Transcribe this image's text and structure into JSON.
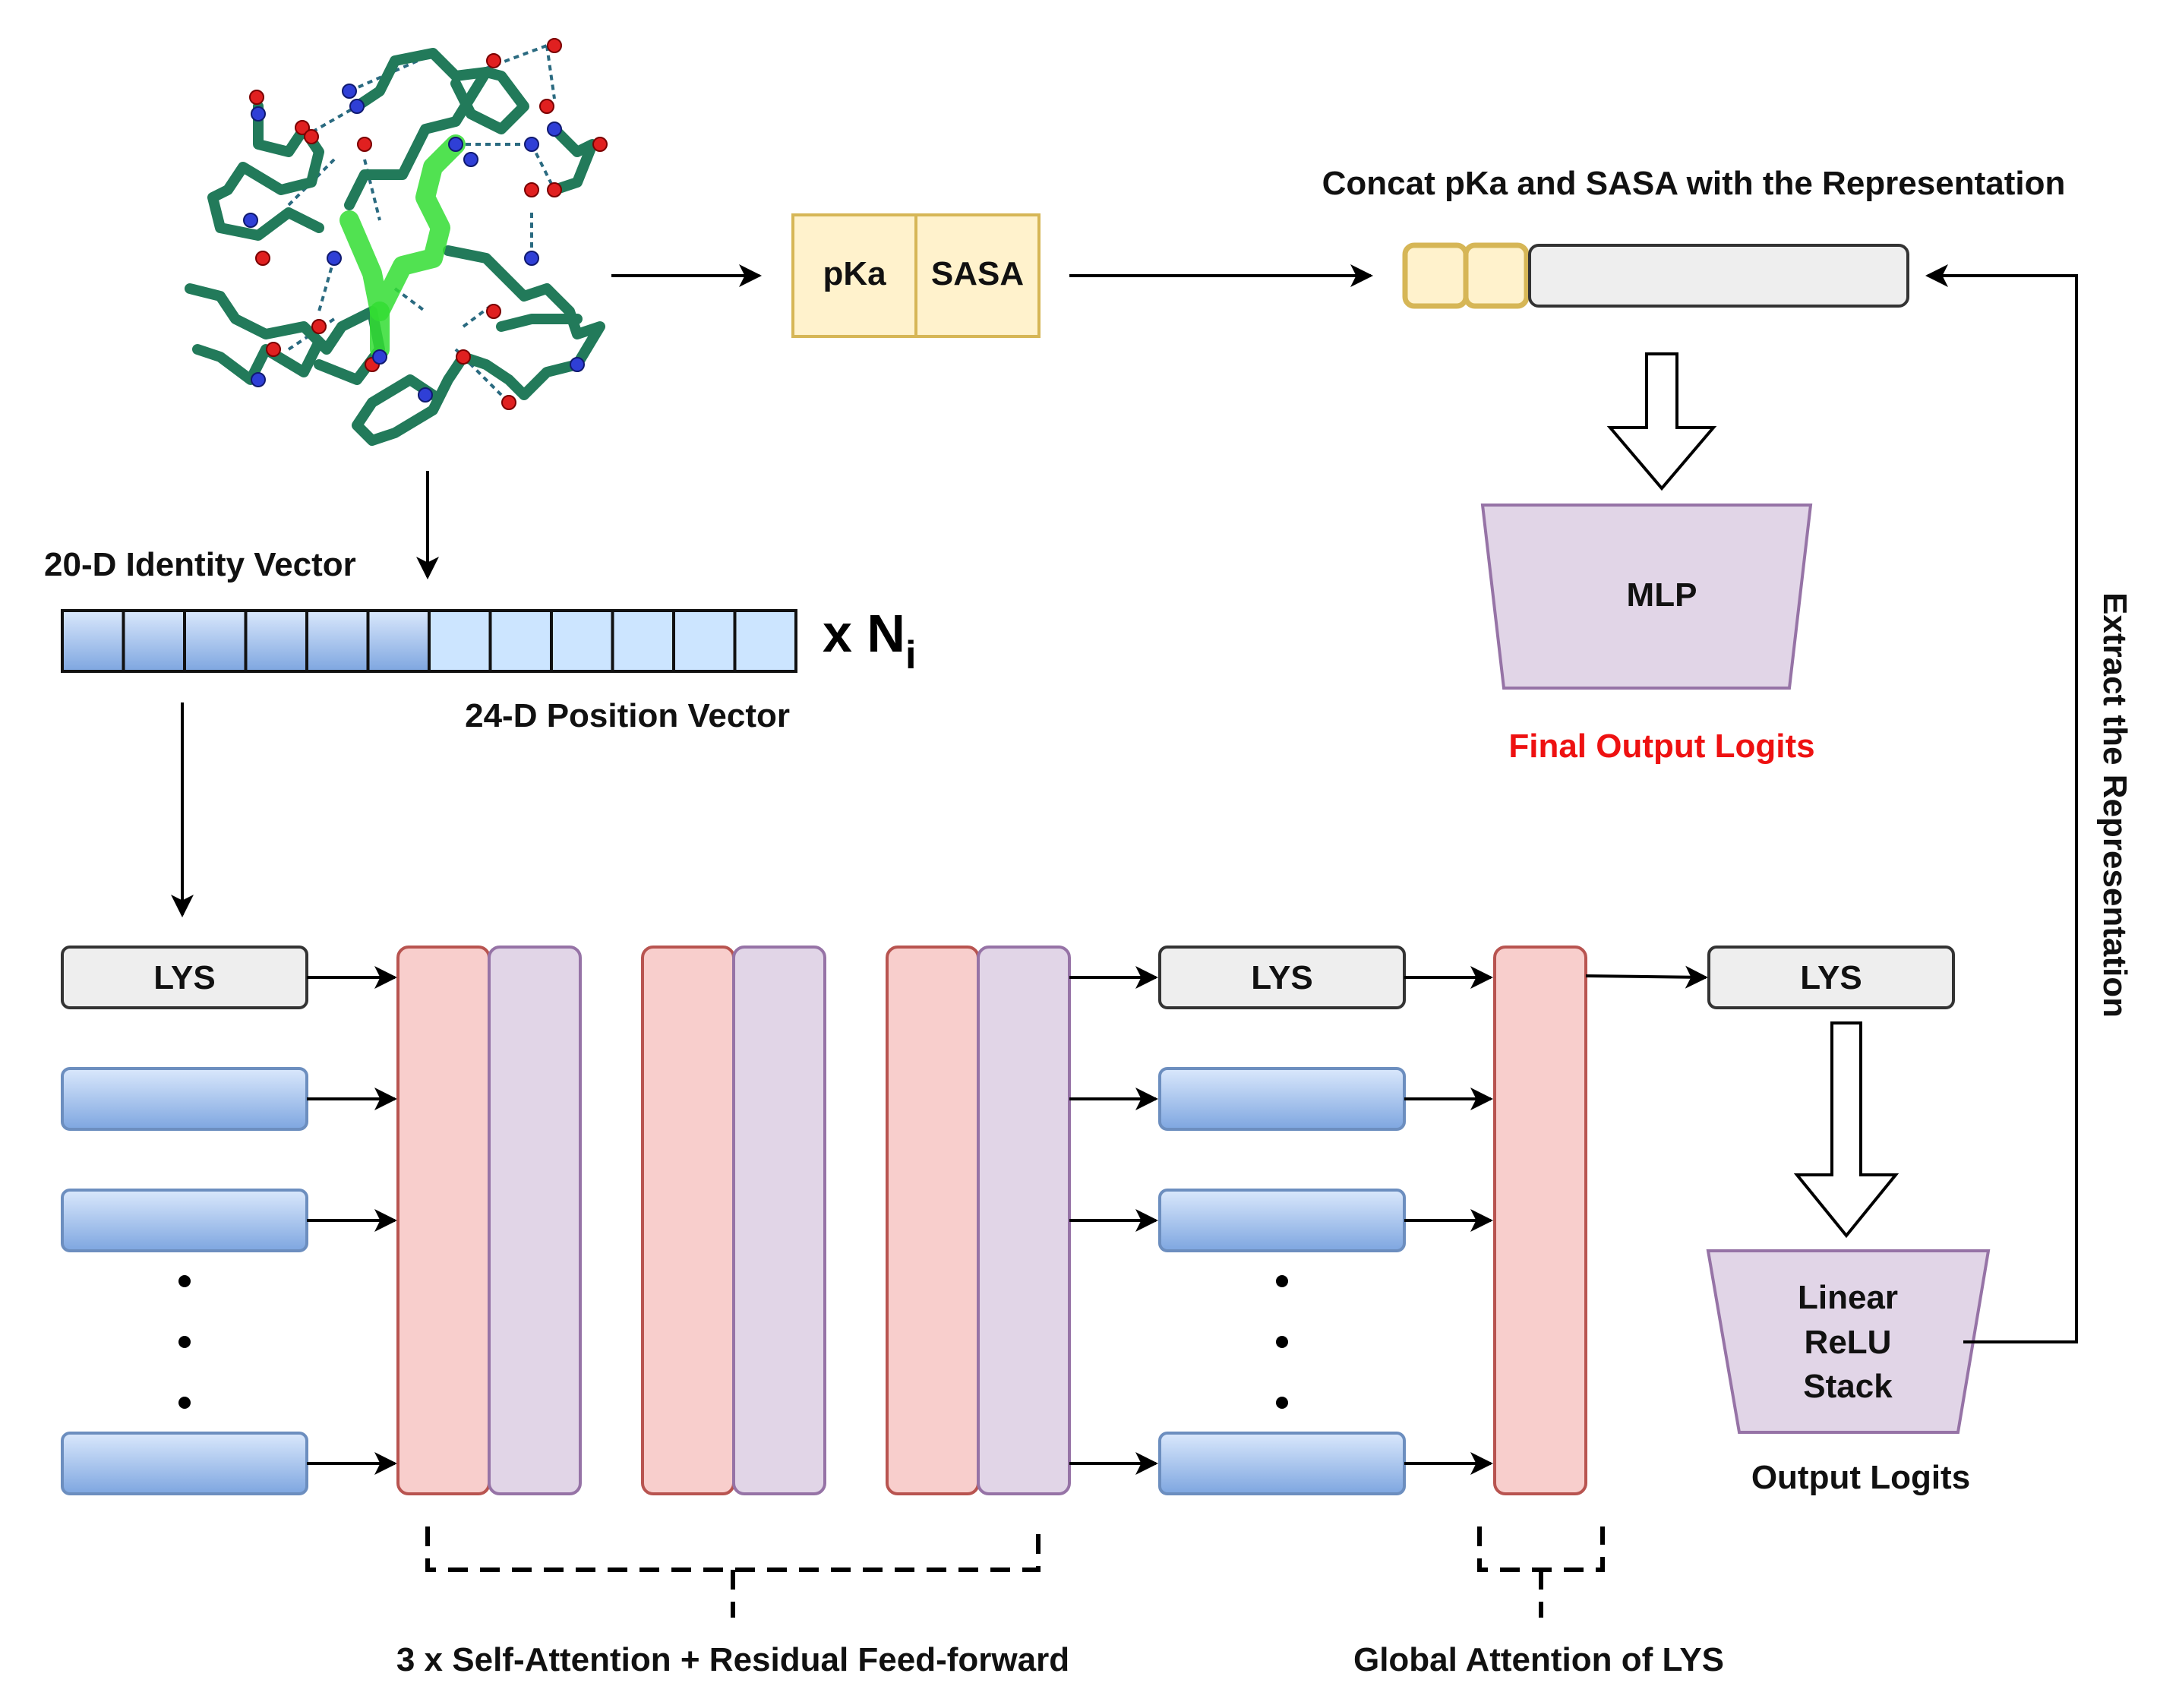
{
  "molecule": {
    "icon": "protein-molecule-icon",
    "highlight_color": "#33dd33",
    "atom_color": "#227a5a"
  },
  "features": {
    "pka": "pKa",
    "sasa": "SASA"
  },
  "concat": {
    "title": "Concat pKa and SASA with the Representation"
  },
  "mlp": {
    "label": "MLP",
    "caption": "Final Output Logits",
    "caption_color": "#ee1111"
  },
  "vector": {
    "identity_label": "20-D Identity Vector",
    "position_label": "24-D Position Vector",
    "multiplier": "x N",
    "subscript": "i",
    "identity_cells": 6,
    "position_cells": 6
  },
  "tokens": {
    "input_first": "LYS",
    "mid_first": "LYS",
    "output": "LYS"
  },
  "head": {
    "line1": "Linear",
    "line2": "ReLU",
    "line3": "Stack",
    "caption": "Output Logits"
  },
  "brackets": {
    "self_attention": "3 x Self-Attention + Residual Feed-forward",
    "global_attention": "Global Attention of LYS"
  },
  "extract": {
    "label": "Extract the Representation"
  },
  "colors": {
    "feature_fill": "#fff2cc",
    "feature_stroke": "#d6b656",
    "attention_fill": "#f8cecc",
    "attention_stroke": "#b85450",
    "ffn_fill": "#e1d5e7",
    "ffn_stroke": "#9673a6",
    "token_fill": "#eeeeee",
    "blue_stroke": "#6c8ebf"
  }
}
